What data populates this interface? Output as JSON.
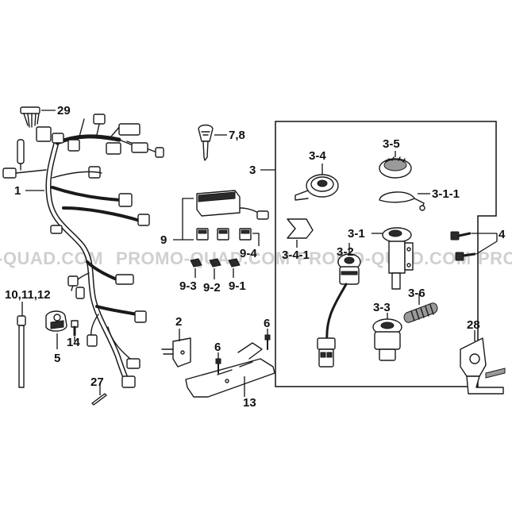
{
  "watermark": {
    "segments": [
      "-QUAD.COM",
      "PROMO-QUAD.COM",
      "PROMO-QUAD.COM",
      "PRO"
    ]
  },
  "callouts": {
    "c29": "29",
    "c1": "1",
    "c78": "7,8",
    "c3": "3",
    "c34": "3-4",
    "c35": "3-5",
    "c311": "3-1-1",
    "c31": "3-1",
    "c4": "4",
    "c9": "9",
    "c94": "9-4",
    "c93": "9-3",
    "c92": "9-2",
    "c91": "9-1",
    "c341": "3-4-1",
    "c32": "3-2",
    "c36": "3-6",
    "c33": "3-3",
    "c101112": "10,11,12",
    "c2": "2",
    "c6a": "6",
    "c6b": "6",
    "c28": "28",
    "c14": "14",
    "c5": "5",
    "c27": "27",
    "c13": "13"
  },
  "colors": {
    "line": "#1a1a1a",
    "watermark": "#d0d0d0",
    "background": "#ffffff"
  }
}
